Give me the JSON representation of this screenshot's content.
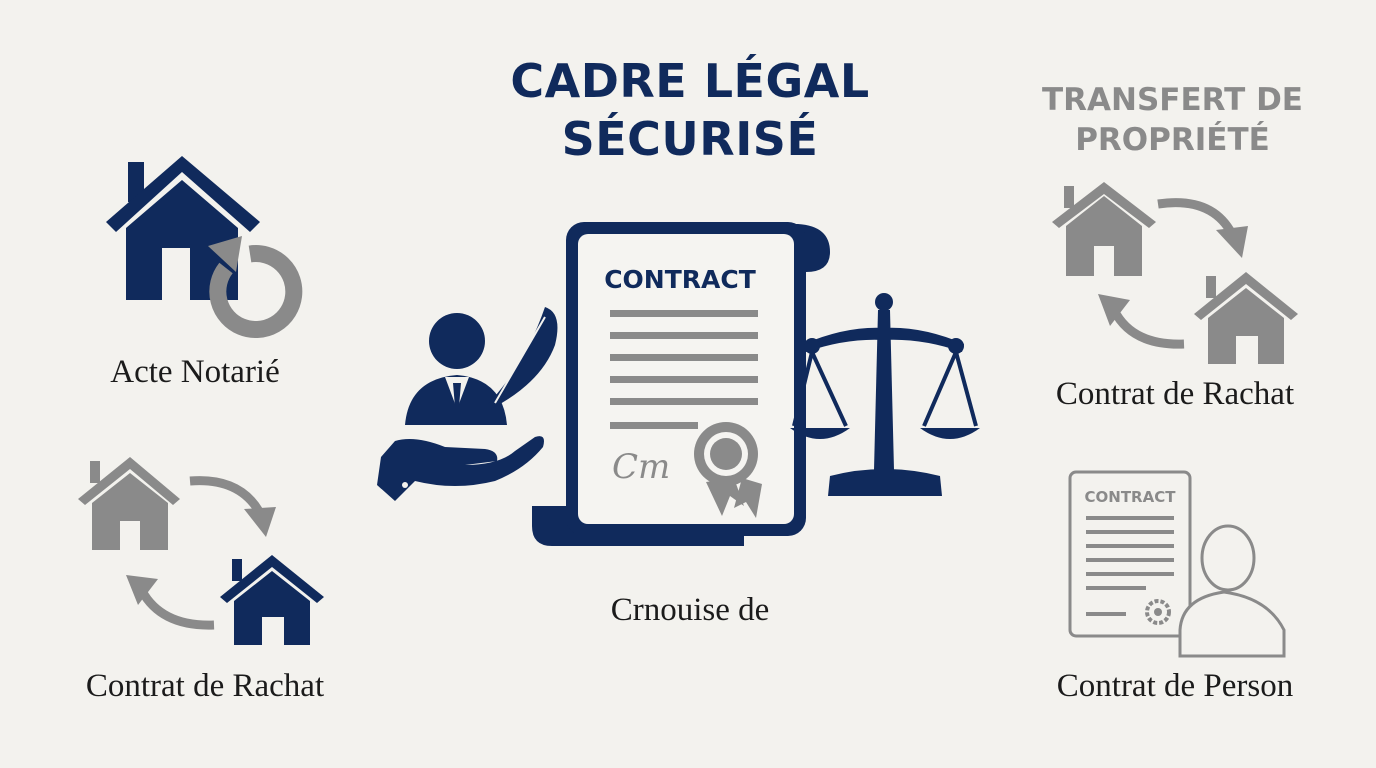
{
  "header": {
    "title_line1": "CADRE LÉGAL",
    "title_line2": "SÉCURISÉ",
    "right_title_line1": "TRANSFERT DE",
    "right_title_line2": "PROPRIÉTÉ"
  },
  "labels": {
    "left_top": "Acte Notarié",
    "left_bottom": "Contrat de Rachat",
    "center": "Crnouise de",
    "right_top": "Contrat de Rachat",
    "right_bottom": "Contrat de Person"
  },
  "documents": {
    "main_heading": "CONTRACT",
    "small_heading": "CONTRACT",
    "signature": "Cm"
  },
  "colors": {
    "navy": "#102a5c",
    "gray": "#8a8a8a",
    "background": "#f3f2ee"
  },
  "icons": {
    "house_cycle": "house-refresh-icon",
    "exchange": "house-exchange-icon",
    "notary": "notary-hand-icon",
    "contract": "contract-scroll-icon",
    "justice": "scales-icon",
    "person_contract": "person-contract-icon"
  }
}
